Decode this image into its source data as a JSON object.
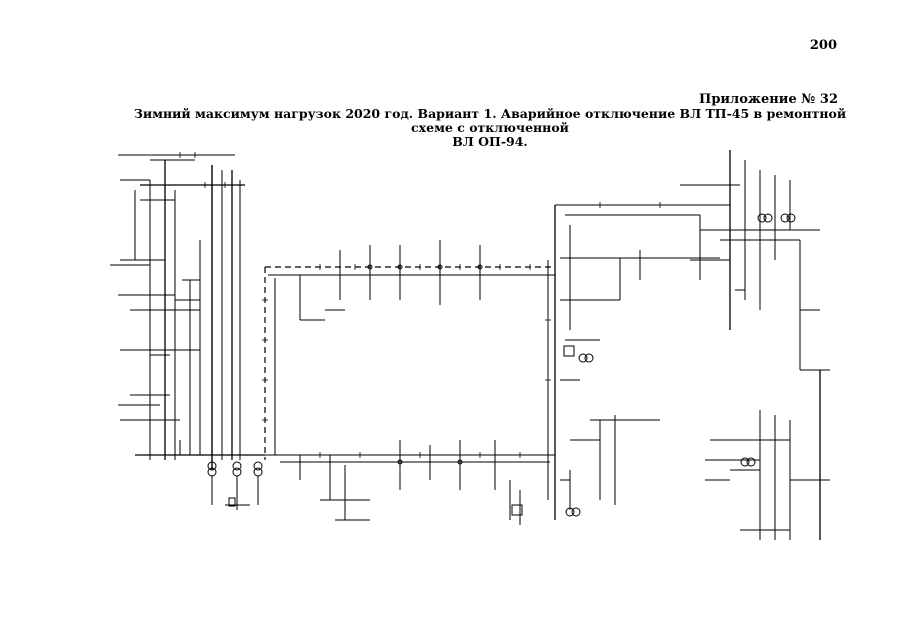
{
  "page": {
    "number": "200",
    "appendix": "Приложение № 32",
    "title_line1": "Зимний максимум нагрузок 2020 год. Вариант 1. Аварийное отключение ВЛ ТП-45 в ремонтной схеме с отключенной",
    "title_line2": "ВЛ ОП-94."
  },
  "colors": {
    "ink": "#000000",
    "paper": "#ffffff"
  }
}
